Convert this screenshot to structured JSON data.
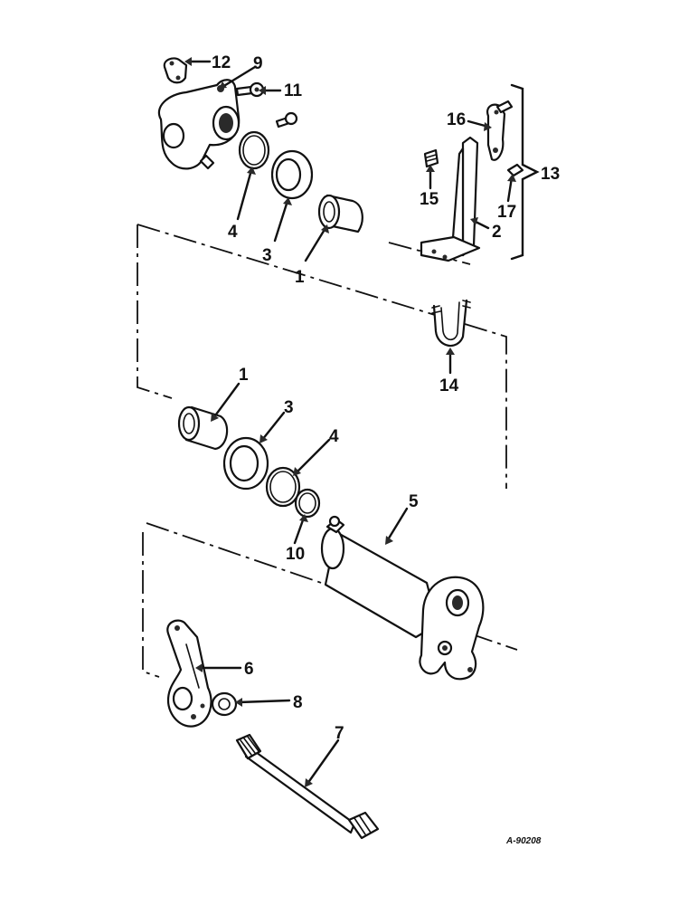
{
  "diagram": {
    "reference_code": "A-90208",
    "callouts": {
      "c1_top": "1",
      "c1_mid": "1",
      "c2": "2",
      "c3_top": "3",
      "c3_mid": "3",
      "c4_top": "4",
      "c4_mid": "4",
      "c5": "5",
      "c6": "6",
      "c7": "7",
      "c8": "8",
      "c9": "9",
      "c10": "10",
      "c11": "11",
      "c12": "12",
      "c13": "13",
      "c14": "14",
      "c15": "15",
      "c16": "16",
      "c17": "17"
    }
  }
}
